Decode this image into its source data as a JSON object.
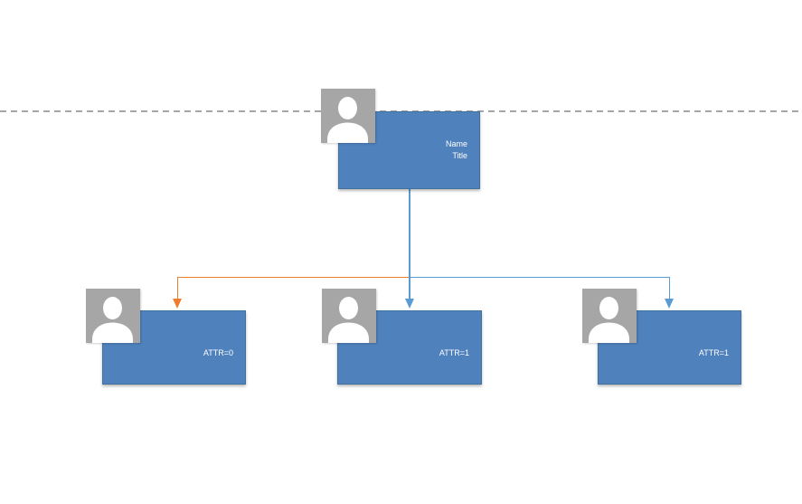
{
  "diagram": {
    "type": "org-chart",
    "guide_line": {
      "style": "dashed"
    },
    "root": {
      "name": "Name",
      "title": "Title"
    },
    "children": [
      {
        "name": "",
        "title": "ATTR=0",
        "connector_color": "#ed7d31"
      },
      {
        "name": "",
        "title": "ATTR=1",
        "connector_color": "#5b9bd5"
      },
      {
        "name": "",
        "title": "ATTR=1",
        "connector_color": "#5b9bd5"
      }
    ]
  },
  "palette": {
    "background": "#ffffff",
    "node_fill": "#4f81bd",
    "node_border": "#41719c",
    "node_text_color": "#ffffff",
    "avatar_bg": "#a6a6a6",
    "avatar_silhouette": "#ffffff",
    "connector_blue": "#5b9bd5",
    "connector_orange": "#ed7d31",
    "guide_color": "#a6a6a6"
  }
}
